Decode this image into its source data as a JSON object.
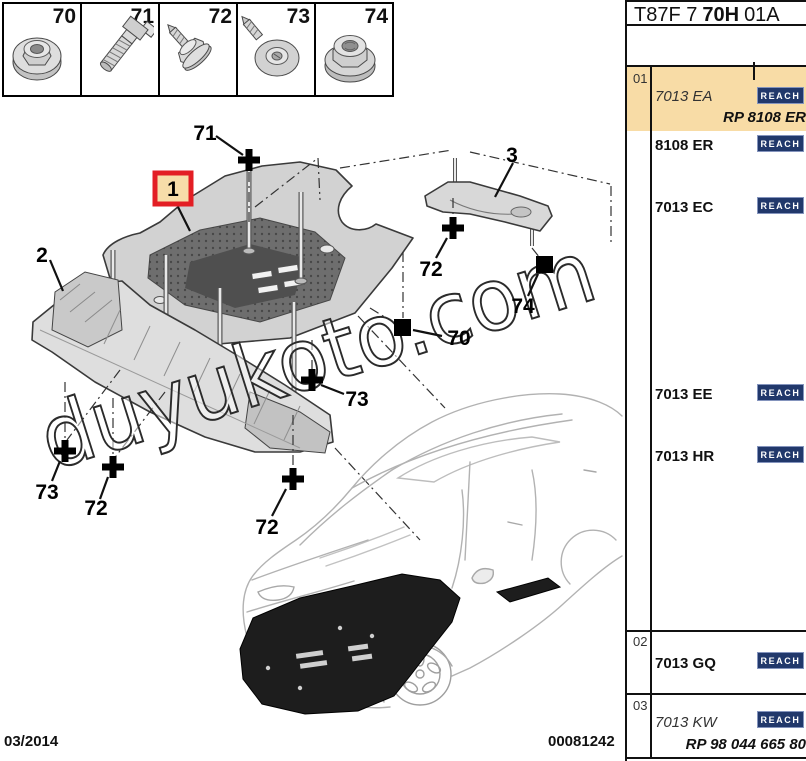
{
  "page": {
    "date": "03/2014",
    "doc_number": "00081242"
  },
  "header": {
    "code_part1": "T87F 7",
    "code_part2": "70H",
    "code_part3": "01A"
  },
  "fasteners": [
    {
      "id": "70"
    },
    {
      "id": "71"
    },
    {
      "id": "72"
    },
    {
      "id": "73"
    },
    {
      "id": "74"
    }
  ],
  "diagram": {
    "watermark": "duyukoto.com",
    "callouts": {
      "c1": "1",
      "c2": "2",
      "c3": "3",
      "c70": "70",
      "c71": "71",
      "c72_top": "72",
      "c72_mid": "72",
      "c72_left": "72",
      "c73_mid": "73",
      "c73_left": "73",
      "c74": "74"
    }
  },
  "panel": {
    "reach_label": "REACH",
    "sections": [
      {
        "id": "01"
      },
      {
        "id": "02"
      },
      {
        "id": "03"
      }
    ],
    "rows": {
      "r1_part": "7013 EA",
      "r1_rp": "RP 8108 ER",
      "r2_part": "8108 ER",
      "r3_part": "7013 EC",
      "r4_part": "7013 EE",
      "r5_part": "7013 HR",
      "r6_part": "7013 GQ",
      "r7_part": "7013 KW",
      "r7_rp": "RP 98 044 665 80"
    }
  },
  "colors": {
    "highlight": "#F8DCA6",
    "reach_bg": "#21386B",
    "callout_red": "#E31E24"
  }
}
